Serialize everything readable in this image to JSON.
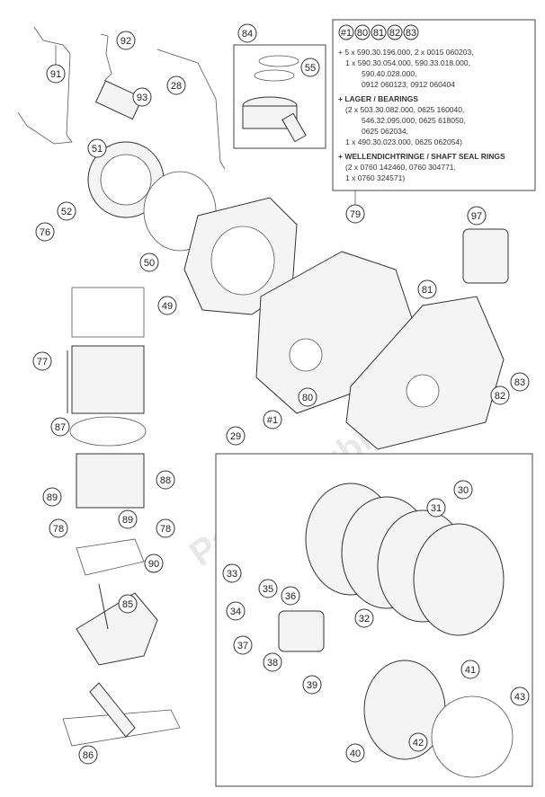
{
  "watermark": "PartsRepublik",
  "info_box": {
    "header_numbers": [
      "#1",
      "80",
      "81",
      "82",
      "83"
    ],
    "lines": [
      "+ 5 x 590.30.196.000,  2 x 0015 060203,",
      "1 x 590.30.054.000,  590.33.018.000,",
      "590.40.028.000,",
      "0912 060123,  0912 060404"
    ],
    "bearings_title": "+ LAGER / BEARINGS",
    "bearings_lines": [
      "(2 x 503.30.082.000,  0625 160040,",
      "546.32.095.000,  0625 618050,",
      "0625 062034,",
      "1 x 490.30.023.000,  0625 062054)"
    ],
    "seals_title": "+ WELLENDICHTRINGE / SHAFT SEAL RINGS",
    "seals_lines": [
      "(2 x 0760 142460,  0760 304771,",
      "1 x 0760 324571)"
    ],
    "ref": "79"
  },
  "callouts": {
    "c91": "91",
    "c92": "92",
    "c93": "93",
    "c28": "28",
    "c84": "84",
    "c55": "55",
    "c51": "51",
    "c52": "52",
    "c50": "50",
    "c76": "76",
    "c49": "49",
    "c97": "97",
    "c81": "81",
    "c77": "77",
    "c87": "87",
    "c80": "80",
    "c1": "#1",
    "c82": "82",
    "c83": "83",
    "c29": "29",
    "c30": "30",
    "c31": "31",
    "c88": "88",
    "c89a": "89",
    "c89b": "89",
    "c78a": "78",
    "c78b": "78",
    "c90": "90",
    "c33": "33",
    "c35": "35",
    "c36": "36",
    "c34": "34",
    "c32": "32",
    "c85": "85",
    "c37": "37",
    "c38": "38",
    "c39": "39",
    "c41": "41",
    "c43": "43",
    "c40": "40",
    "c42": "42",
    "c86": "86"
  }
}
